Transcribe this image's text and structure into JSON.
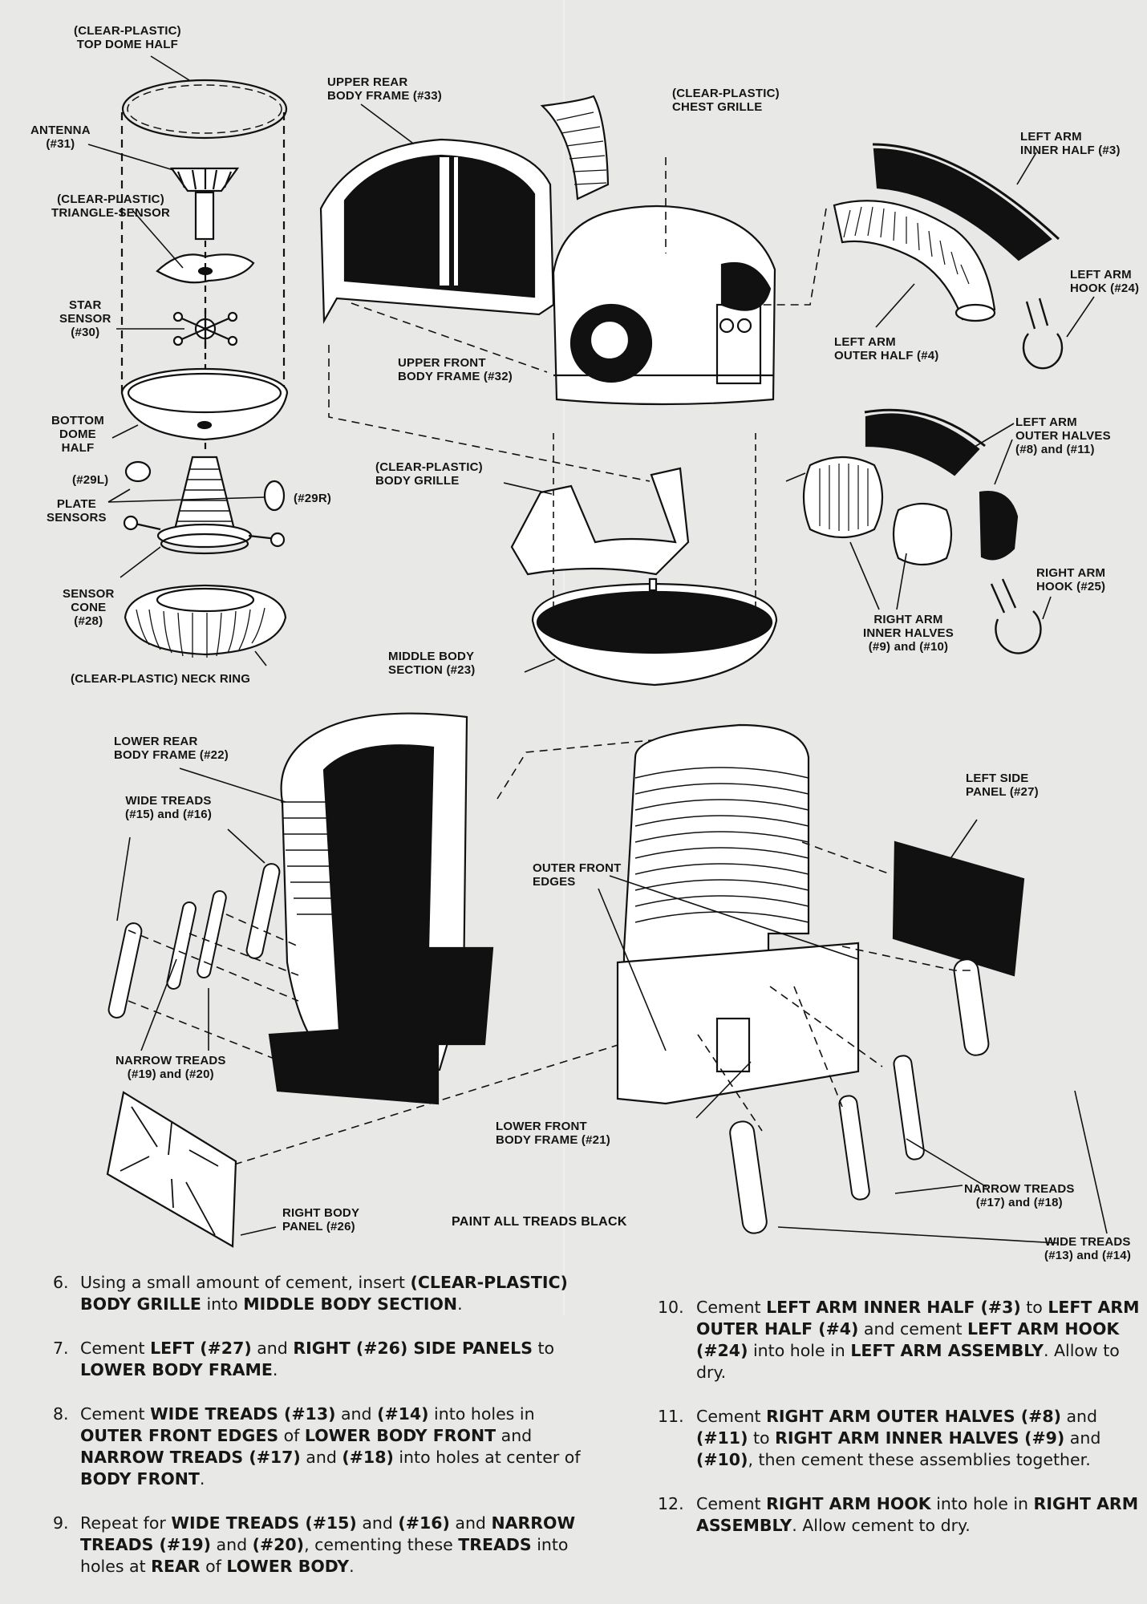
{
  "page": {
    "paper_color": "#e8e8e7",
    "ink_color": "#111111"
  },
  "labels": {
    "top_dome": "(CLEAR-PLASTIC)\nTOP DOME HALF",
    "antenna": "ANTENNA\n(#31)",
    "triangle_sensor": "(CLEAR-PLASTIC)\nTRIANGLE-SENSOR",
    "star_sensor": "STAR\nSENSOR\n(#30)",
    "bottom_dome": "BOTTOM\nDOME\nHALF",
    "plate_sensor_l": "(#29L)",
    "plate_sensors": "PLATE\nSENSORS",
    "plate_sensor_r": "(#29R)",
    "sensor_cone": "SENSOR\nCONE\n(#28)",
    "neck_ring": "(CLEAR-PLASTIC) NECK RING",
    "upper_rear_frame": "UPPER REAR\nBODY FRAME (#33)",
    "upper_front_frame": "UPPER FRONT\nBODY FRAME (#32)",
    "chest_grille": "(CLEAR-PLASTIC)\nCHEST GRILLE",
    "left_arm_inner": "LEFT ARM\nINNER HALF (#3)",
    "left_arm_hook": "LEFT ARM\nHOOK (#24)",
    "left_arm_outer": "LEFT ARM\nOUTER HALF (#4)",
    "left_arm_outer_halves": "LEFT ARM\nOUTER HALVES\n(#8) and (#11)",
    "right_arm_hook": "RIGHT ARM\nHOOK (#25)",
    "right_arm_inner_halves": "RIGHT ARM\nINNER HALVES\n(#9) and (#10)",
    "body_grille": "(CLEAR-PLASTIC)\nBODY GRILLE",
    "middle_body": "MIDDLE BODY\nSECTION (#23)",
    "lower_rear_frame": "LOWER REAR\nBODY FRAME (#22)",
    "wide_treads_rear": "WIDE TREADS\n(#15) and (#16)",
    "narrow_treads_rear": "NARROW TREADS\n(#19) and (#20)",
    "right_body_panel": "RIGHT BODY\nPANEL (#26)",
    "outer_front_edges": "OUTER FRONT\nEDGES",
    "left_side_panel": "LEFT SIDE\nPANEL (#27)",
    "lower_front_frame": "LOWER FRONT\nBODY FRAME (#21)",
    "narrow_treads_front": "NARROW TREADS\n(#17) and (#18)",
    "wide_treads_front": "WIDE TREADS\n(#13) and (#14)"
  },
  "paint_note": "PAINT ALL TREADS BLACK",
  "steps_left": [
    {
      "num": "6.",
      "parts": [
        [
          "Using a small amount of cement, insert ",
          false
        ],
        [
          "(CLEAR-PLASTIC) BODY GRILLE",
          true
        ],
        [
          " into ",
          false
        ],
        [
          "MIDDLE BODY SECTION",
          true
        ],
        [
          ".",
          false
        ]
      ]
    },
    {
      "num": "7.",
      "parts": [
        [
          "Cement ",
          false
        ],
        [
          "LEFT (#27)",
          true
        ],
        [
          " and ",
          false
        ],
        [
          "RIGHT (#26) SIDE PANELS",
          true
        ],
        [
          " to ",
          false
        ],
        [
          "LOWER BODY FRAME",
          true
        ],
        [
          ".",
          false
        ]
      ]
    },
    {
      "num": "8.",
      "parts": [
        [
          "Cement ",
          false
        ],
        [
          "WIDE TREADS (#13)",
          true
        ],
        [
          " and ",
          false
        ],
        [
          "(#14)",
          true
        ],
        [
          " into holes in ",
          false
        ],
        [
          "OUTER FRONT EDGES",
          true
        ],
        [
          " of ",
          false
        ],
        [
          "LOWER BODY FRONT",
          true
        ],
        [
          " and ",
          false
        ],
        [
          "NARROW TREADS (#17)",
          true
        ],
        [
          " and ",
          false
        ],
        [
          "(#18)",
          true
        ],
        [
          " into holes at center of ",
          false
        ],
        [
          "BODY FRONT",
          true
        ],
        [
          ".",
          false
        ]
      ]
    },
    {
      "num": "9.",
      "parts": [
        [
          "Repeat for ",
          false
        ],
        [
          "WIDE TREADS (#15)",
          true
        ],
        [
          " and ",
          false
        ],
        [
          "(#16)",
          true
        ],
        [
          " and ",
          false
        ],
        [
          "NARROW TREADS (#19)",
          true
        ],
        [
          " and ",
          false
        ],
        [
          "(#20)",
          true
        ],
        [
          ", cementing these ",
          false
        ],
        [
          "TREADS",
          true
        ],
        [
          " into holes at ",
          false
        ],
        [
          "REAR",
          true
        ],
        [
          " of ",
          false
        ],
        [
          "LOWER BODY",
          true
        ],
        [
          ".",
          false
        ]
      ]
    }
  ],
  "steps_right": [
    {
      "num": "10.",
      "parts": [
        [
          "Cement ",
          false
        ],
        [
          "LEFT ARM INNER HALF (#3)",
          true
        ],
        [
          " to ",
          false
        ],
        [
          "LEFT ARM OUTER HALF (#4)",
          true
        ],
        [
          " and cement ",
          false
        ],
        [
          "LEFT ARM HOOK (#24)",
          true
        ],
        [
          " into hole in ",
          false
        ],
        [
          "LEFT ARM ASSEMBLY",
          true
        ],
        [
          ". Allow to dry.",
          false
        ]
      ]
    },
    {
      "num": "11.",
      "parts": [
        [
          "Cement ",
          false
        ],
        [
          "RIGHT ARM OUTER HALVES (#8)",
          true
        ],
        [
          " and ",
          false
        ],
        [
          "(#11)",
          true
        ],
        [
          " to ",
          false
        ],
        [
          "RIGHT ARM INNER HALVES",
          true
        ],
        [
          " ",
          false
        ],
        [
          "(#9)",
          true
        ],
        [
          " and ",
          false
        ],
        [
          "(#10)",
          true
        ],
        [
          ", then cement these assemblies together.",
          false
        ]
      ]
    },
    {
      "num": "12.",
      "parts": [
        [
          "Cement ",
          false
        ],
        [
          "RIGHT ARM HOOK",
          true
        ],
        [
          " into hole in ",
          false
        ],
        [
          "RIGHT ARM ASSEMBLY",
          true
        ],
        [
          ". Allow cement to dry.",
          false
        ]
      ]
    }
  ]
}
